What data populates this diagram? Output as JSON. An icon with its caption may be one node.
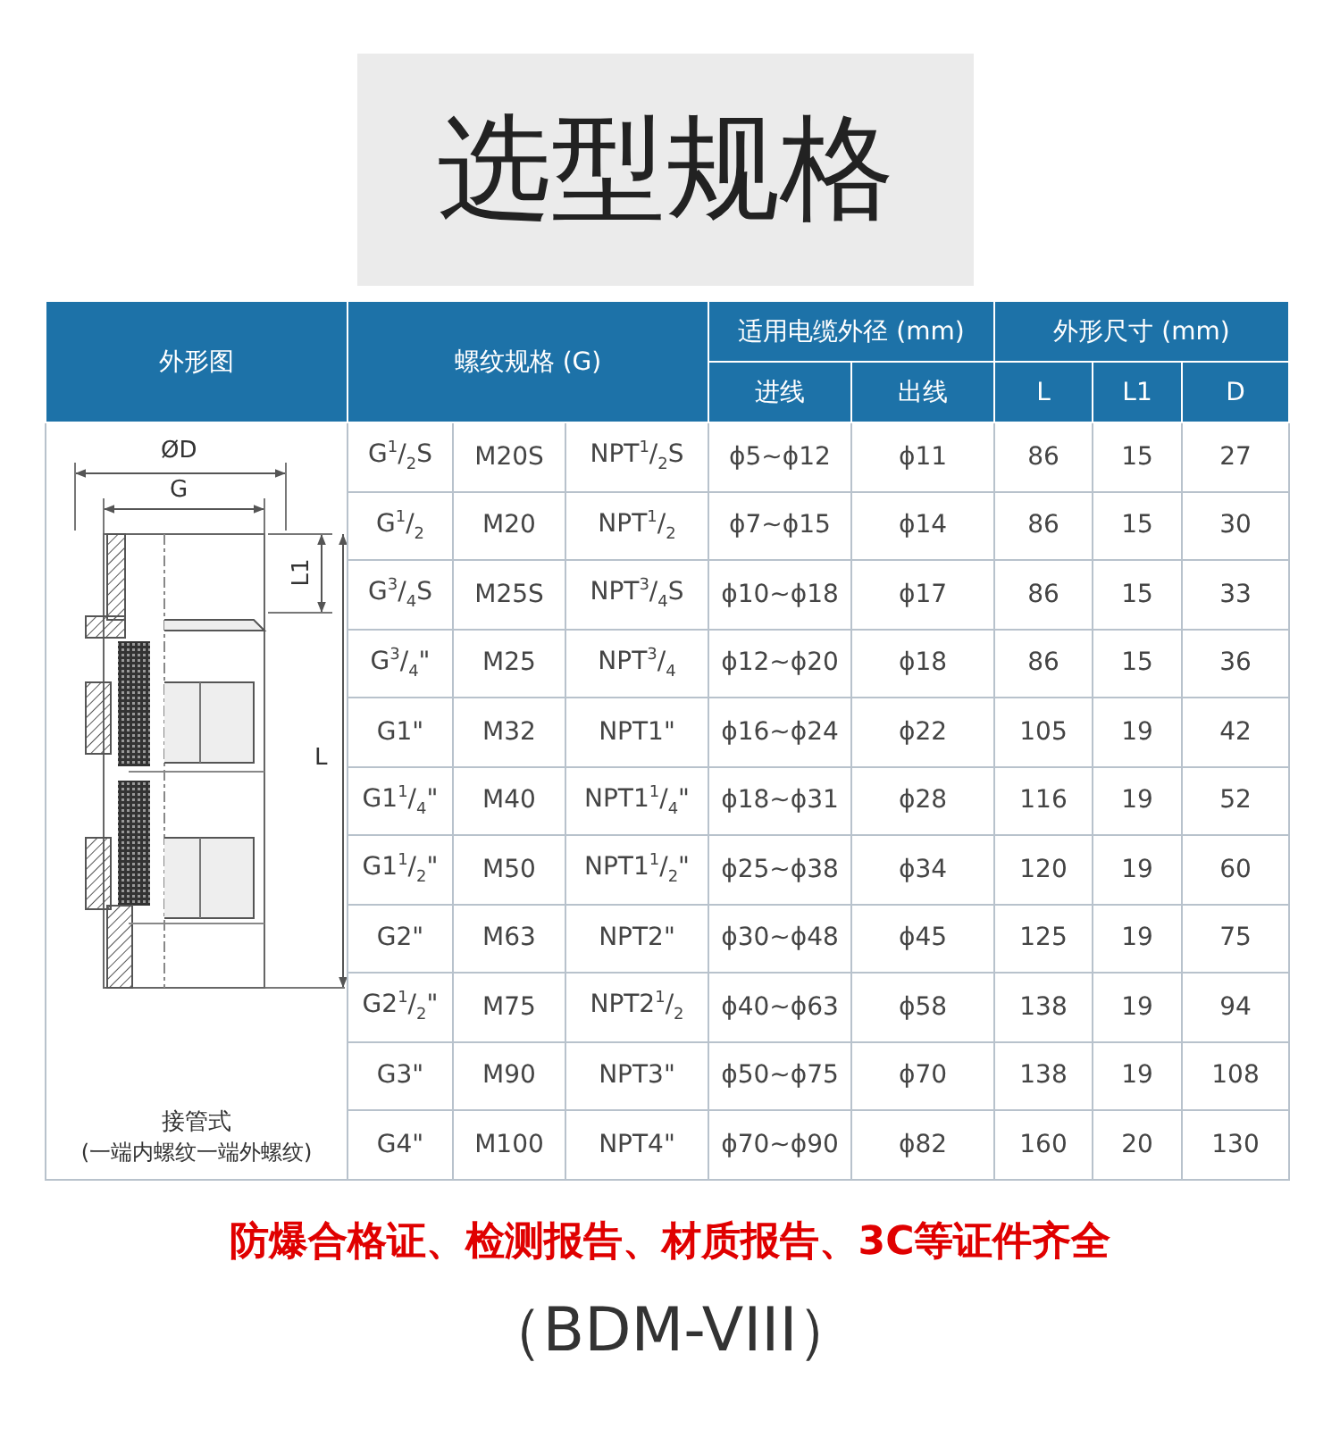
{
  "diagram": {
    "title": "选型规格",
    "caption": "（BDM-VIII）",
    "labels": [
      "外形图",
      "螺纹规格 (G)",
      "适用电缆外径 (mm)",
      "外形尺寸 (mm)",
      "进线",
      "出线",
      "L",
      "L1",
      "D",
      "G$^{1}$/$_{2}$S",
      "M20S",
      "NPT$^{1}$/$_{2}$S",
      "ϕ5~ϕ12",
      "ϕ11",
      "86",
      "15",
      "27",
      "G$^{1}$/$_{2}$",
      "M20",
      "NPT$^{1}$/$_{2}$",
      "ϕ7~ϕ15",
      "ϕ14",
      "86",
      "15",
      "30",
      "G$^{3}$/$_{4}$S",
      "M25S",
      "NPT$^{3}$/$_{4}$S",
      "ϕ10~ϕ18",
      "ϕ17",
      "86",
      "15",
      "33",
      "G$^{3}$/$_{4}$\"",
      "M25",
      "NPT$^{3}$/$_{4}$",
      "ϕ12~ϕ20",
      "ϕ18",
      "86",
      "15",
      "36",
      "G1\"",
      "M32",
      "NPT1\"",
      "ϕ16~ϕ24",
      "ϕ22",
      "105",
      "19",
      "42",
      "G1$^{1}$/$_{4}$\"",
      "M40",
      "NPT1$^{1}$/$_{4}$\"",
      "ϕ18~ϕ31",
      "ϕ28",
      "116",
      "19",
      "52",
      "G1$^{1}$/$_{2}$\"",
      "M50",
      "NPT1$^{1}$/$_{2}$\"",
      "ϕ25~ϕ38",
      "ϕ34",
      "120",
      "19",
      "60",
      "G2\"",
      "M63",
      "NPT2\"",
      "ϕ30~ϕ48",
      "ϕ45",
      "125",
      "19",
      "75",
      "G2$^{1}$/$_{2}$\"",
      "M75",
      "NPT2$^{1}$/$_{2}$",
      "ϕ40~ϕ63",
      "ϕ58",
      "138",
      "19",
      "94",
      "G3\"",
      "M90",
      "NPT3\"",
      "ϕ50~ϕ75",
      "ϕ70",
      "138",
      "19",
      "108",
      "G4\"",
      "M100",
      "NPT4\"",
      "ϕ70~ϕ90",
      "ϕ82",
      "160",
      "20",
      "130",
      "ØD",
      "G",
      "L1",
      "L",
      "接管式",
      "(一端内螺纹一端外螺纹)",
      "防爆合格证、检测报告、材质报告、3C等证件齐全"
    ]
  }
}
